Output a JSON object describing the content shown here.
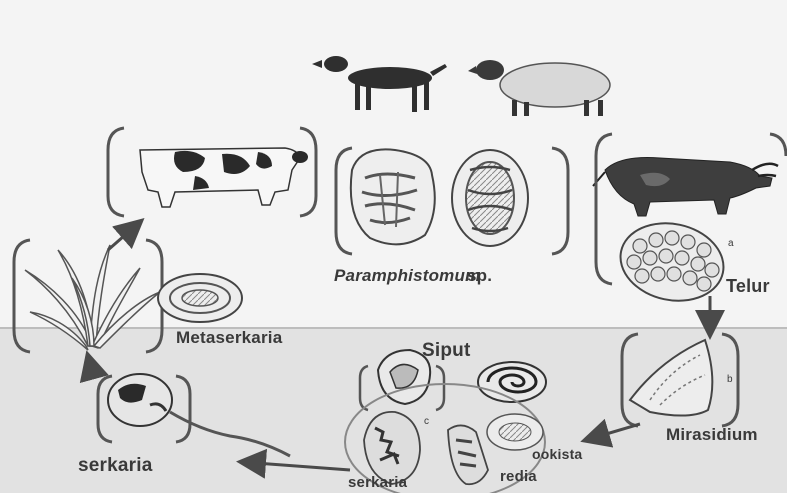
{
  "labels": {
    "genus": "Paramphistomum",
    "species_suffix": "sp.",
    "telur": "Telur",
    "metaserkaria": "Metaserkaria",
    "siput": "Siput",
    "mirasidium": "Mirasidium",
    "ookista": "ookista",
    "serkaria_left": "serkaria",
    "serkaria_bottom": "serkaria",
    "redia": "redia",
    "marker_a": "a",
    "marker_b": "b",
    "marker_c": "c"
  },
  "colors": {
    "background": "#f4f4f4",
    "ground": "#e2e2e2",
    "ink": "#3a3a3a",
    "bracket": "#555555",
    "arrow": "#4a4a4a"
  },
  "icons": [
    "dog-icon",
    "sheep-icon",
    "cow-icon",
    "buffalo-icon",
    "grass-icon",
    "snail-icon",
    "fluke-icon",
    "egg-icon"
  ]
}
